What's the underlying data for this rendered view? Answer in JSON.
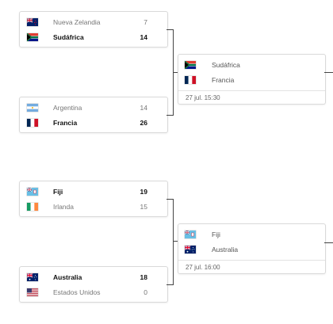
{
  "quarterfinals": [
    {
      "teams": [
        {
          "flag": "nz-flag",
          "name": "Nueva Zelandia",
          "score": "7",
          "winner": false
        },
        {
          "flag": "za-flag",
          "name": "Sudáfrica",
          "score": "14",
          "winner": true
        }
      ]
    },
    {
      "teams": [
        {
          "flag": "ar-flag",
          "name": "Argentina",
          "score": "14",
          "winner": false
        },
        {
          "flag": "fr-flag",
          "name": "Francia",
          "score": "26",
          "winner": true
        }
      ]
    },
    {
      "teams": [
        {
          "flag": "fj-flag",
          "name": "Fiji",
          "score": "19",
          "winner": true
        },
        {
          "flag": "ie-flag",
          "name": "Irlanda",
          "score": "15",
          "winner": false
        }
      ]
    },
    {
      "teams": [
        {
          "flag": "au-flag",
          "name": "Australia",
          "score": "18",
          "winner": true
        },
        {
          "flag": "us-flag",
          "name": "Estados Unidos",
          "score": "0",
          "winner": false
        }
      ]
    }
  ],
  "semifinals": [
    {
      "teams": [
        {
          "flag": "za-flag",
          "name": "Sudáfrica"
        },
        {
          "flag": "fr-flag",
          "name": "Francia"
        }
      ],
      "date": "27 jul. 15:30"
    },
    {
      "teams": [
        {
          "flag": "fj-flag",
          "name": "Fiji"
        },
        {
          "flag": "au-flag",
          "name": "Australia"
        }
      ],
      "date": "27 jul. 16:00"
    }
  ],
  "colors": {
    "connector": "#444444",
    "border": "#d9d9d9"
  }
}
